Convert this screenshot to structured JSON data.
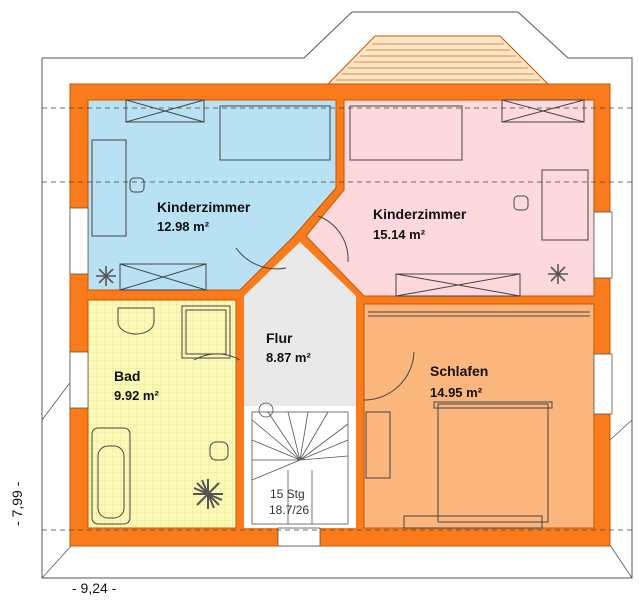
{
  "colors": {
    "wall": "#f97b1b",
    "wall_edge": "#c85400",
    "kinderzimmer_1": "#b8e2f4",
    "kinderzimmer_2": "#fdd9de",
    "flur": "#e9e9e9",
    "bad": "#fafab6",
    "schlafen": "#fbb67e",
    "dormer_hatch": "#f0a060"
  },
  "rooms": [
    {
      "id": "kinderzimmer-1",
      "name": "Kinderzimmer",
      "area": "12.98 m²"
    },
    {
      "id": "kinderzimmer-2",
      "name": "Kinderzimmer",
      "area": "15.14 m²"
    },
    {
      "id": "flur",
      "name": "Flur",
      "area": "8.87 m²"
    },
    {
      "id": "bad",
      "name": "Bad",
      "area": "9.92 m²"
    },
    {
      "id": "schlafen",
      "name": "Schlafen",
      "area": "14.95 m²"
    }
  ],
  "stair": {
    "steps": "15 Stg",
    "ratio": "18.7/26"
  },
  "dimensions": {
    "width": "- 9,24 -",
    "height": "- 7,99 -"
  }
}
